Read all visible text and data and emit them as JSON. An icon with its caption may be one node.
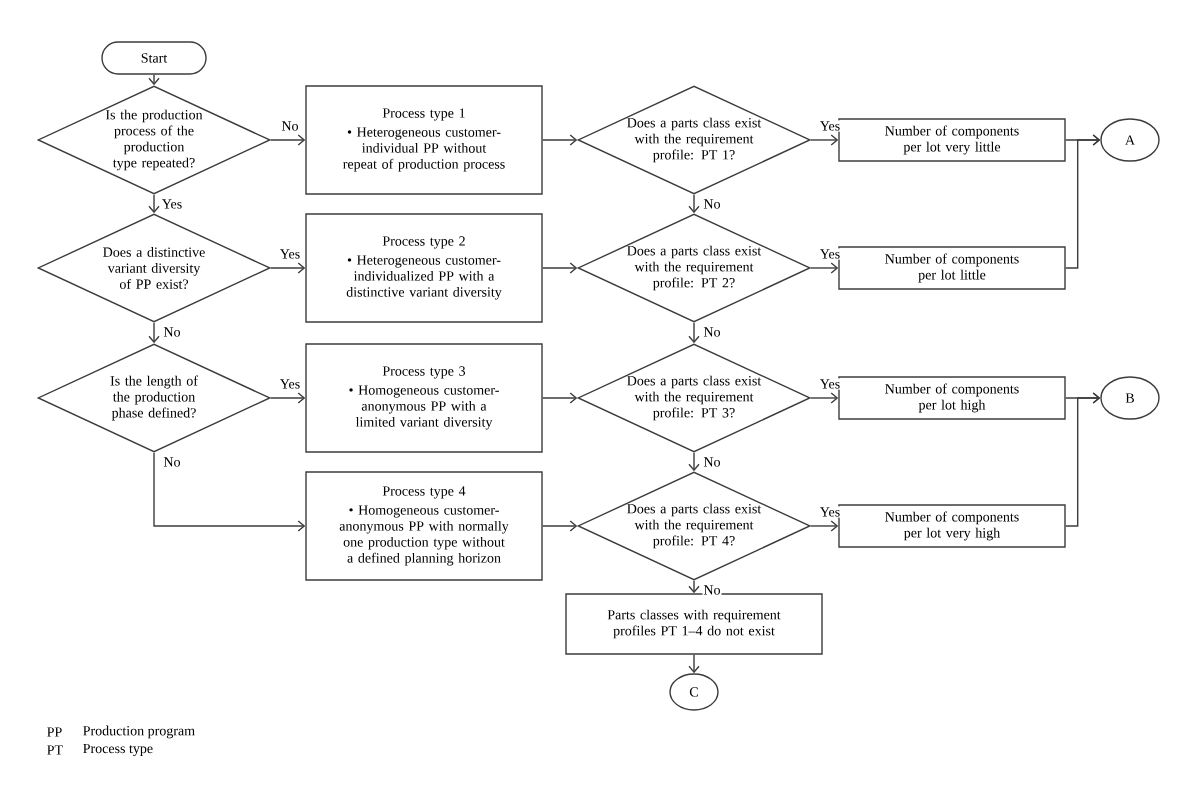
{
  "diagram": {
    "nodes": [
      {
        "text": [
          "Start"
        ]
      },
      {
        "text": [
          "Is the production process of the production type repeated?"
        ]
      },
      {
        "text": [
          "Process type 1",
          "• Heterogeneous customer-individual PP without repeat of production process"
        ]
      },
      {
        "text": [
          "Does a distinctive variant diversity of PP exist?"
        ]
      },
      {
        "text": [
          "Process type 2",
          "• Heterogeneous customer-individualized PP with a distinctive variant diversity"
        ]
      },
      {
        "text": [
          "Is the length of the production phase defined?"
        ]
      },
      {
        "text": [
          "Process type 3",
          "• Homogeneous customer-anonymous PP with a limited variant diversity"
        ]
      },
      {
        "text": [
          "Process type 4",
          "• Homogeneous customer-anonymous PP with normally one production type without a defined planning horizon"
        ]
      },
      {
        "text": [
          "Does a parts class exist with the requirement profile: PT 1?"
        ]
      },
      {
        "text": [
          "Does a parts class exist with the requirement profile: PT 2?"
        ]
      },
      {
        "text": [
          "Does a parts class exist with the requirement profile: PT 3?"
        ]
      },
      {
        "text": [
          "Does a parts class exist with the requirement profile: PT 4?"
        ]
      },
      {
        "text": [
          "Number of components per lot very little"
        ]
      },
      {
        "text": [
          "Number of components per lot little"
        ]
      },
      {
        "text": [
          "Number of components per lot high"
        ]
      },
      {
        "text": [
          "Number of components per lot very high"
        ]
      },
      {
        "text": [
          "A"
        ]
      },
      {
        "text": [
          "B"
        ]
      },
      {
        "text": [
          "Parts classes with requirement profiles PT 1–4 do not exist"
        ]
      },
      {
        "text": [
          "C"
        ]
      }
    ],
    "edges": [
      {
        "from": 0,
        "to": 1,
        "arrow": "to"
      },
      {
        "from": 1,
        "to": 2,
        "arrow": "to",
        "label": "No"
      },
      {
        "from": 1,
        "to": 3,
        "arrow": "to",
        "label": "Yes"
      },
      {
        "from": 3,
        "to": 4,
        "arrow": "to",
        "label": "Yes"
      },
      {
        "from": 3,
        "to": 5,
        "arrow": "to",
        "label": "No"
      },
      {
        "from": 5,
        "to": 6,
        "arrow": "to",
        "label": "Yes"
      },
      {
        "from": 5,
        "to": 7,
        "arrow": "to",
        "label": "No"
      },
      {
        "from": 2,
        "to": 8,
        "arrow": "to"
      },
      {
        "from": 4,
        "to": 9,
        "arrow": "to"
      },
      {
        "from": 6,
        "to": 10,
        "arrow": "to"
      },
      {
        "from": 7,
        "to": 11,
        "arrow": "to"
      },
      {
        "from": 8,
        "to": 12,
        "arrow": "to",
        "label": "Yes"
      },
      {
        "from": 8,
        "to": 9,
        "arrow": "to",
        "label": "No"
      },
      {
        "from": 9,
        "to": 13,
        "arrow": "to",
        "label": "Yes"
      },
      {
        "from": 9,
        "to": 10,
        "arrow": "to",
        "label": "No"
      },
      {
        "from": 10,
        "to": 14,
        "arrow": "to",
        "label": "Yes"
      },
      {
        "from": 10,
        "to": 11,
        "arrow": "to",
        "label": "No"
      },
      {
        "from": 11,
        "to": 15,
        "arrow": "to",
        "label": "Yes"
      },
      {
        "from": 11,
        "to": 18,
        "arrow": "to",
        "label": "No"
      },
      {
        "from": 12,
        "to": 16,
        "arrow": "to"
      },
      {
        "from": 13,
        "to": 16,
        "arrow": "to"
      },
      {
        "from": 14,
        "to": 17,
        "arrow": "to"
      },
      {
        "from": 15,
        "to": 17,
        "arrow": "to"
      },
      {
        "from": 18,
        "to": 19,
        "arrow": "to"
      }
    ],
    "labels": [
      "PP",
      "Production program",
      "PT",
      "Process type"
    ]
  }
}
